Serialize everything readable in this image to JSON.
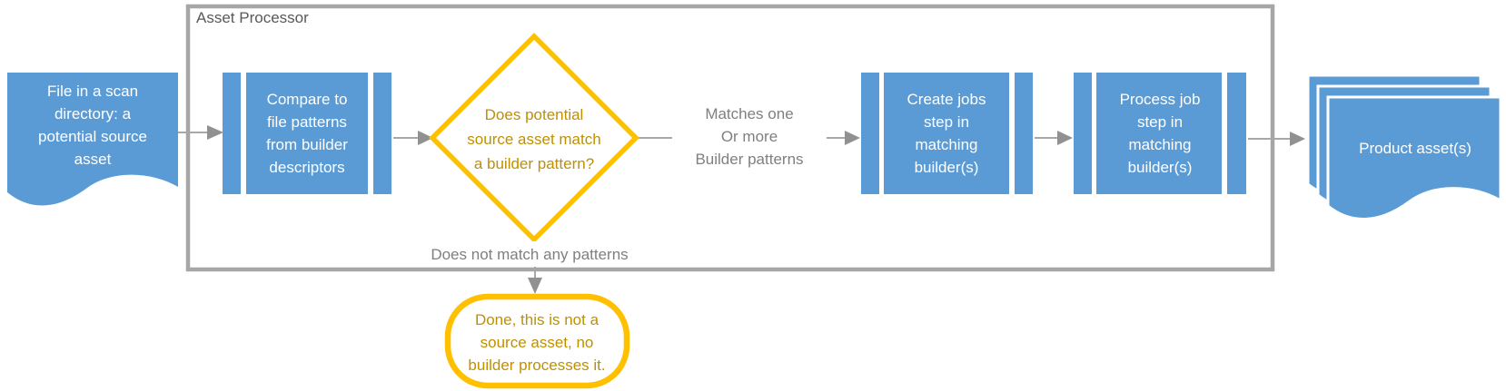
{
  "container": {
    "label": "Asset Processor"
  },
  "nodes": {
    "source_file": "File in a scan\ndirectory: a\npotential source\nasset",
    "compare": "Compare to\nfile patterns\nfrom builder\ndescriptors",
    "decision": "Does potential\nsource asset match\na builder pattern?",
    "create_jobs": "Create jobs\nstep in\nmatching\nbuilder(s)",
    "process_job": "Process job\nstep in\nmatching\nbuilder(s)",
    "product": "Product asset(s)",
    "done": "Done, this is not a\nsource asset, no\nbuilder processes it."
  },
  "edge_labels": {
    "matches": "Matches one\nOr more\nBuilder patterns",
    "no_match": "Does not match any patterns"
  },
  "colors": {
    "node_blue": "#5B9BD5",
    "accent_yellow": "#FFC000",
    "gold_text": "#BF9000",
    "container_border": "#A6A6A6",
    "edge_label_gray": "#7F7F7F",
    "container_label_gray": "#595959",
    "arrow_gray": "#A6A6A6",
    "node_text_white": "#FFFFFF"
  }
}
